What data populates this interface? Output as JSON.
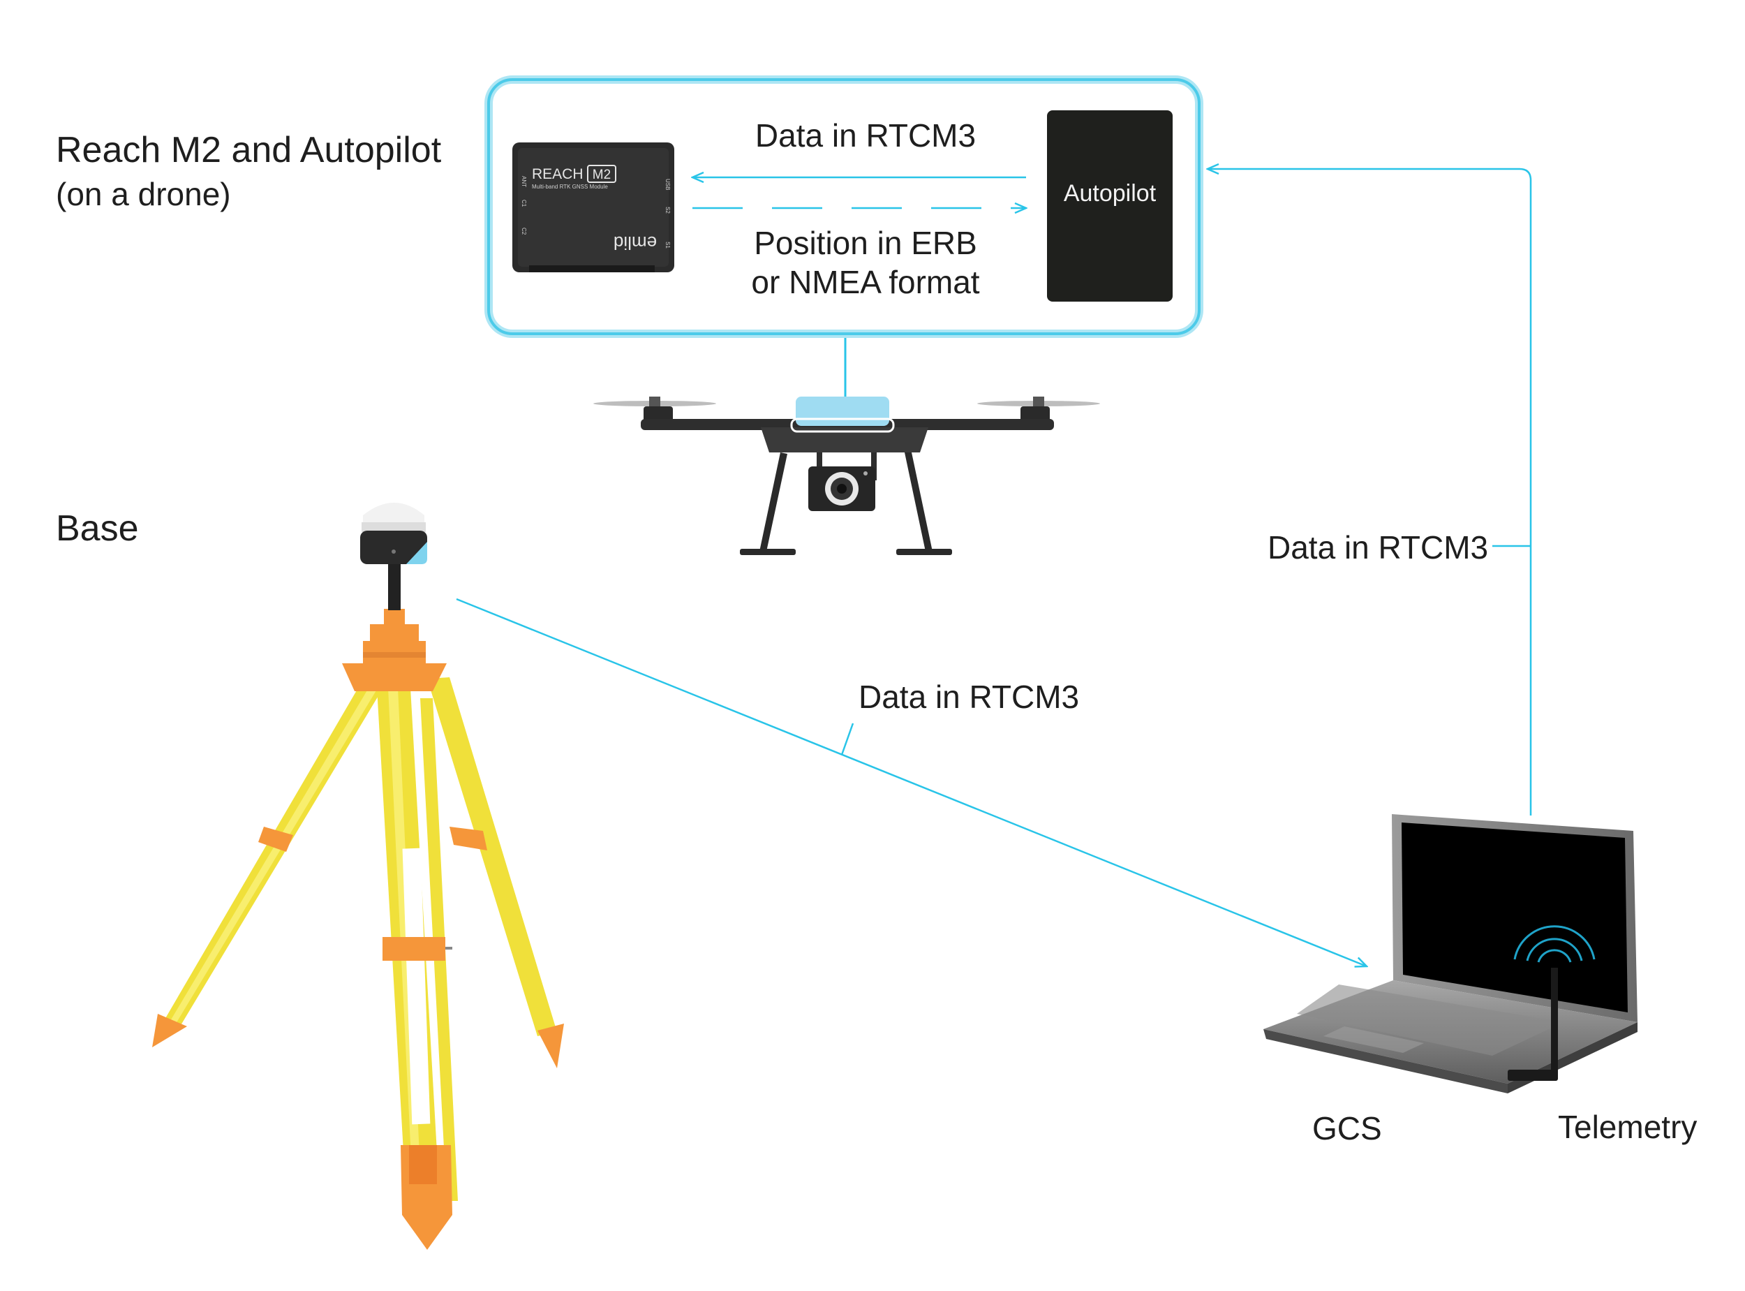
{
  "labels": {
    "reach_title_line1": "Reach M2 and Autopilot",
    "reach_title_line2": "(on a drone)",
    "base": "Base",
    "top_arrow_label": "Data in RTCM3",
    "position_line1": "Position in ERB",
    "position_line2": "or NMEA format",
    "autopilot": "Autopilot",
    "right_link_label": "Data in RTCM3",
    "base_link_label": "Data in RTCM3",
    "gcs": "GCS",
    "telemetry": "Telemetry"
  },
  "module": {
    "brand": "REACH",
    "model": "M2",
    "subtitle": "Multi-band RTK GNSS Module",
    "logo": "emlid",
    "port_ant": "ANT",
    "port_c1": "C1",
    "port_c2": "C2",
    "port_usb": "USB",
    "port_s2": "S2",
    "port_s1": "S1"
  },
  "colors": {
    "accent": "#29c4e8",
    "box_border": "#5fd0ec",
    "tripod_yellow": "#f2e23a",
    "tripod_orange": "#f59a3a",
    "device_dark": "#1c1c1c"
  },
  "icons": [
    "gnss-receiver-icon",
    "drone-icon",
    "tripod-icon",
    "laptop-icon",
    "wifi-signal-icon"
  ]
}
